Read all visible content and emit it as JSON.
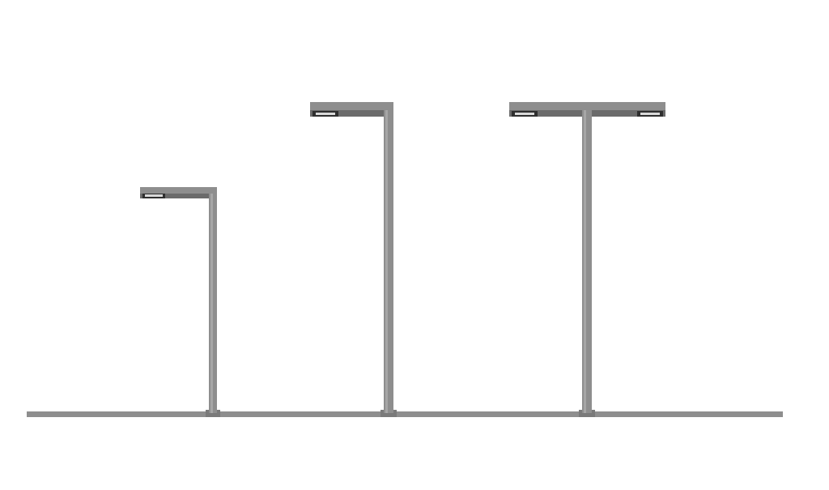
{
  "colors": {
    "background": "#ffffff",
    "metal": "#8e8e8e",
    "metal_light": "#a6a6a6",
    "metal_dark": "#6b6b6b",
    "lens_housing": "#2f2f2f",
    "lens": "#d9d9d9"
  },
  "fixtures": [
    {
      "kind": "single-arm-pole",
      "arms": [
        "left"
      ]
    },
    {
      "kind": "single-arm-pole",
      "arms": [
        "left"
      ]
    },
    {
      "kind": "double-arm-pole",
      "arms": [
        "left",
        "right"
      ]
    }
  ]
}
